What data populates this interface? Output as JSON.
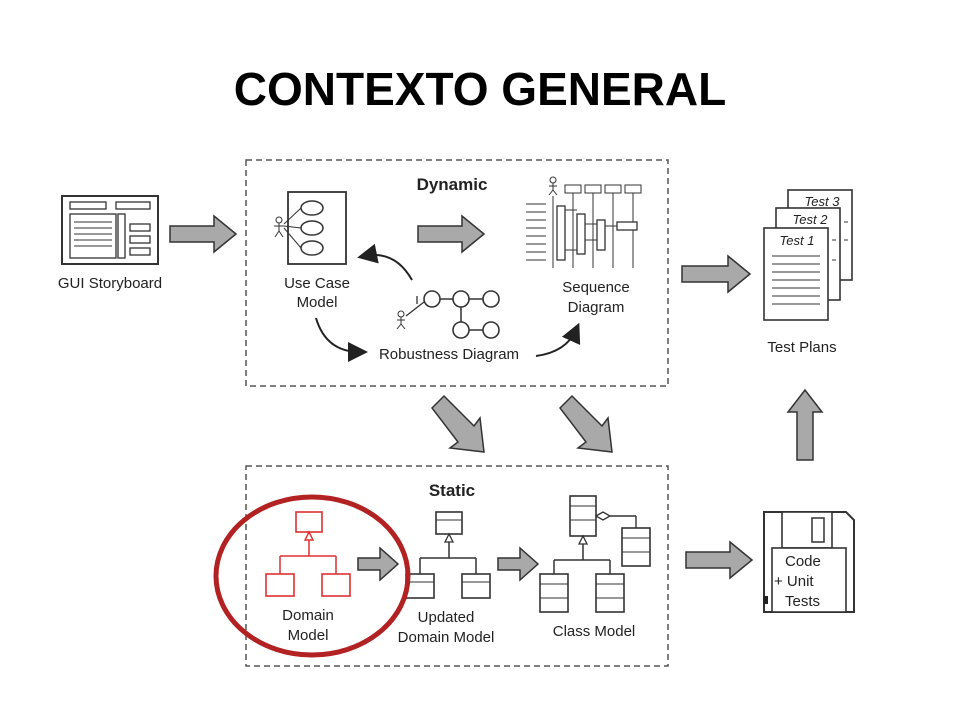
{
  "slide": {
    "title": "CONTEXTO GENERAL"
  },
  "diagram": {
    "gui_storyboard": "GUI Storyboard",
    "dynamic": {
      "heading": "Dynamic",
      "use_case_line1": "Use Case",
      "use_case_line2": "Model",
      "robustness": "Robustness Diagram",
      "sequence_line1": "Sequence",
      "sequence_line2": "Diagram"
    },
    "test_plans": {
      "label": "Test Plans",
      "sheets": [
        "Test 3",
        "Test 2",
        "Test 1"
      ]
    },
    "static": {
      "heading": "Static",
      "domain_line1": "Domain",
      "domain_line2": "Model",
      "updated_line1": "Updated",
      "updated_line2": "Domain Model",
      "class_model": "Class Model"
    },
    "code": {
      "line1": "Code",
      "line2": "+ Unit",
      "line3": "Tests"
    }
  },
  "colors": {
    "highlight_circle": "#b22222",
    "domain_model": "#e03030",
    "arrow_fill": "#a9a9a9"
  }
}
